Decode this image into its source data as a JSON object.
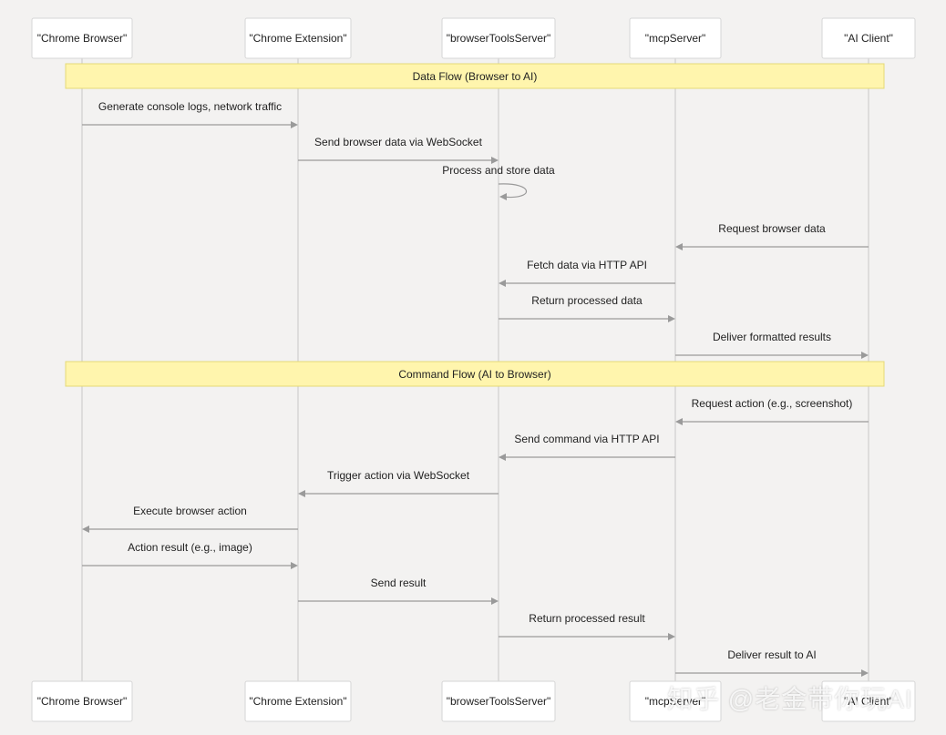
{
  "participants": [
    {
      "id": "browser",
      "label": "\"Chrome Browser\""
    },
    {
      "id": "extension",
      "label": "\"Chrome Extension\""
    },
    {
      "id": "tools",
      "label": "\"browserToolsServer\""
    },
    {
      "id": "mcp",
      "label": "\"mcpServer\""
    },
    {
      "id": "client",
      "label": "\"AI Client\""
    }
  ],
  "notes": [
    {
      "label": "Data Flow (Browser to AI)",
      "after": -1
    },
    {
      "label": "Command Flow (AI to Browser)",
      "after": 6
    }
  ],
  "messages": [
    {
      "from": "browser",
      "to": "extension",
      "label": "Generate console logs, network traffic"
    },
    {
      "from": "extension",
      "to": "tools",
      "label": "Send browser data via WebSocket"
    },
    {
      "from": "tools",
      "to": "tools",
      "label": "Process and store data"
    },
    {
      "from": "client",
      "to": "mcp",
      "label": "Request browser data"
    },
    {
      "from": "mcp",
      "to": "tools",
      "label": "Fetch data via HTTP API"
    },
    {
      "from": "tools",
      "to": "mcp",
      "label": "Return processed data"
    },
    {
      "from": "mcp",
      "to": "client",
      "label": "Deliver formatted results"
    },
    {
      "from": "client",
      "to": "mcp",
      "label": "Request action (e.g., screenshot)"
    },
    {
      "from": "mcp",
      "to": "tools",
      "label": "Send command via HTTP API"
    },
    {
      "from": "tools",
      "to": "extension",
      "label": "Trigger action via WebSocket"
    },
    {
      "from": "extension",
      "to": "browser",
      "label": "Execute browser action"
    },
    {
      "from": "browser",
      "to": "extension",
      "label": "Action result (e.g., image)"
    },
    {
      "from": "extension",
      "to": "tools",
      "label": "Send result"
    },
    {
      "from": "tools",
      "to": "mcp",
      "label": "Return processed result"
    },
    {
      "from": "mcp",
      "to": "client",
      "label": "Deliver result to AI"
    }
  ],
  "watermark": "知乎 @老金带你玩AI",
  "colors": {
    "note_fill": "#fff5ad",
    "line": "#9a9a9a",
    "background": "#f3f2f1"
  }
}
